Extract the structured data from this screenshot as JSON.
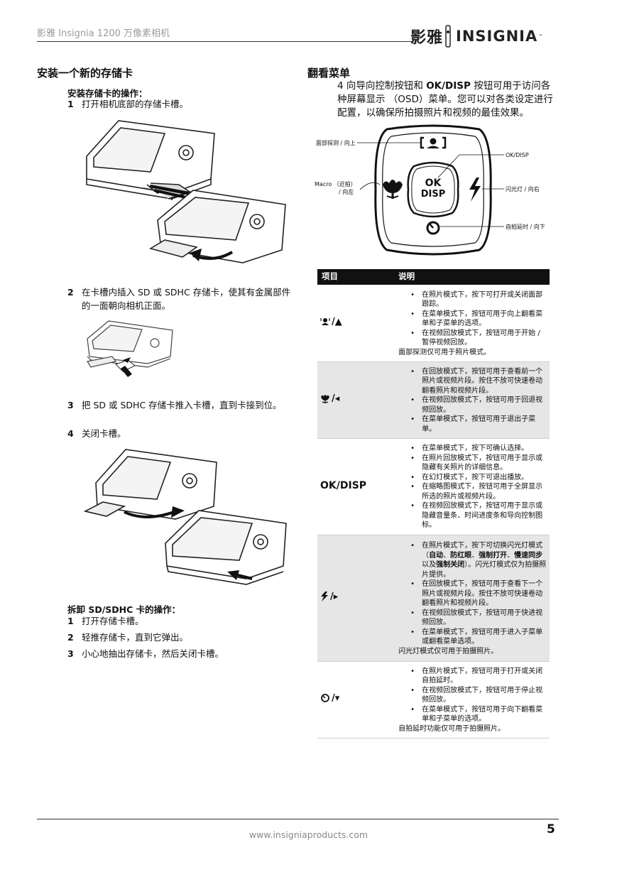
{
  "header": {
    "title": "影雅 Insignia 1200 万像素相机",
    "brand_cn": "影雅",
    "brand_en": "INSIGNIA",
    "brand_tm": "™"
  },
  "left": {
    "heading": "安装一个新的存储卡",
    "install_sub": "安装存储卡的操作：",
    "install_steps": [
      {
        "num": "1",
        "text": "打开相机底部的存储卡槽。"
      },
      {
        "num": "2",
        "text": "在卡槽内插入 SD 或 SDHC 存储卡，使其有金属部件的一面朝向相机正面。"
      },
      {
        "num": "3",
        "text": "把 SD 或 SDHC 存储卡推入卡槽，直到卡接到位。"
      },
      {
        "num": "4",
        "text": "关闭卡槽。"
      }
    ],
    "remove_sub": "拆卸 SD/SDHC 卡的操作：",
    "remove_steps": [
      {
        "num": "1",
        "text": "打开存储卡槽。"
      },
      {
        "num": "2",
        "text": "轻推存储卡，直到它弹出。"
      },
      {
        "num": "3",
        "text": "小心地抽出存储卡，然后关闭卡槽。"
      }
    ]
  },
  "right": {
    "heading": "翻看菜单",
    "intro_num": "4",
    "intro_pre": " 向导向控制按钮和 ",
    "intro_bold": "OK/DISP",
    "intro_post": " 按钮可用于访问各种屏幕显示 （OSD）菜单。您可以对各类设定进行配置，以确保所拍摄照片和视频的最佳效果。",
    "dpad": {
      "ok": "OK",
      "disp": "DISP",
      "label_top": "面部探测 / 向上",
      "label_left_1": "Macro （近拍）",
      "label_left_2": "/ 向左",
      "label_okdisp": "OK/DISP",
      "label_right": "闪光灯 / 向右",
      "label_bottom": "自拍延时 / 向下"
    },
    "table": {
      "headers": [
        "项目",
        "说明"
      ],
      "rows": [
        {
          "key": "/▲",
          "icon": "face-detect-icon",
          "items": [
            "在照片模式下，按下可打开或关闭面部跟踪。",
            "在菜单模式下，按钮可用于向上翻看菜单和子菜单的选项。",
            "在视频回放模式下，按钮可用于开始 / 暂停视频回放。"
          ],
          "note": "面部探测仅可用于照片模式。"
        },
        {
          "key": "/◂",
          "icon": "macro-flower-icon",
          "items": [
            "在回放模式下，按钮可用于查看前一个照片或视频片段。按住不放可快速卷动翻看照片和视频片段。",
            "在视频回放模式下，按钮可用于回退视频回放。",
            "在菜单模式下，按钮可用于退出子菜单。"
          ],
          "note": ""
        },
        {
          "key": "OK/DISP",
          "icon": "",
          "items": [
            "在菜单模式下，按下可确认选择。",
            "在照片回放模式下，按钮可用于显示或隐藏有关照片的详细信息。",
            "在幻灯模式下，按下可退出播放。",
            "在缩略图模式下，按钮可用于全屏显示所选的照片或视频片段。",
            "在视频回放模式下，按钮可用于显示或隐藏音量条、时间进度条和导向控制图标。"
          ],
          "note": ""
        },
        {
          "key": "/▸",
          "icon": "flash-icon",
          "flash_pre": "在照片模式下，按下可切换闪光灯模式（",
          "flash_b1": "自动",
          "flash_sep1": "、",
          "flash_b2": "防红眼",
          "flash_sep2": "、",
          "flash_b3": "强制打开",
          "flash_sep3": "、",
          "flash_b4": "慢速同步",
          "flash_sep4": "以及",
          "flash_b5": "强制关闭",
          "flash_post": "）。闪光灯模式仅为拍摄照片提供。",
          "items": [
            "在回放模式下，按钮可用于查看下一个照片或视频片段。按住不放可快速卷动翻看照片和视频片段。",
            "在视频回放模式下，按钮可用于快进视频回放。",
            "在菜单模式下，按钮可用于进入子菜单或翻看菜单选项。"
          ],
          "note": "闪光灯模式仅可用于拍摄照片。"
        },
        {
          "key": "/▾",
          "icon": "self-timer-icon",
          "items": [
            "在照片模式下，按钮可用于打开或关闭自拍延时。",
            "在视频回放模式下，按钮可用于停止视频回放。",
            "在菜单模式下，按钮可用于向下翻看菜单和子菜单的选项。"
          ],
          "note": "自拍延时功能仅可用于拍摄照片。"
        }
      ]
    }
  },
  "footer": {
    "url": "www.insigniaproducts.com",
    "page": "5"
  }
}
